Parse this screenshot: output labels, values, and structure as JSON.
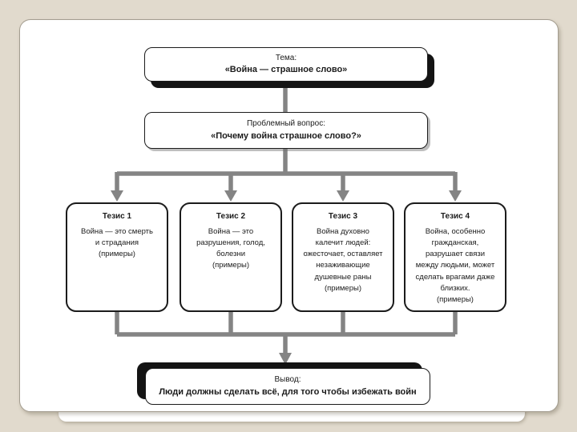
{
  "slide": {
    "background_color": "#e1dacd",
    "card_color": "#ffffff",
    "connector_color": "#848484",
    "border_color": "#1b1b1b",
    "shadow_color": "#141414"
  },
  "diagram": {
    "theme_box": {
      "label": "Тема:",
      "title": "«Война — страшное слово»"
    },
    "question_box": {
      "label": "Проблемный вопрос:",
      "title": "«Почему война страшное слово?»"
    },
    "theses": [
      {
        "title": "Тезис 1",
        "text": "Война — это смерть\nи страдания\n(примеры)"
      },
      {
        "title": "Тезис 2",
        "text": "Война — это\nразрушения, голод,\nболезни\n(примеры)"
      },
      {
        "title": "Тезис 3",
        "text": "Война духовно\nкалечит людей:\nожесточает, оставляет\nнезаживающие\nдушевные раны\n(примеры)"
      },
      {
        "title": "Тезис 4",
        "text": "Война, особенно\nгражданская,\nразрушает связи\nмежду людьми, может\nсделать врагами даже\nблизких.\n(примеры)"
      }
    ],
    "conclusion_box": {
      "label": "Вывод:",
      "title": "Люди должны сделать всё, для того чтобы избежать войн"
    }
  }
}
